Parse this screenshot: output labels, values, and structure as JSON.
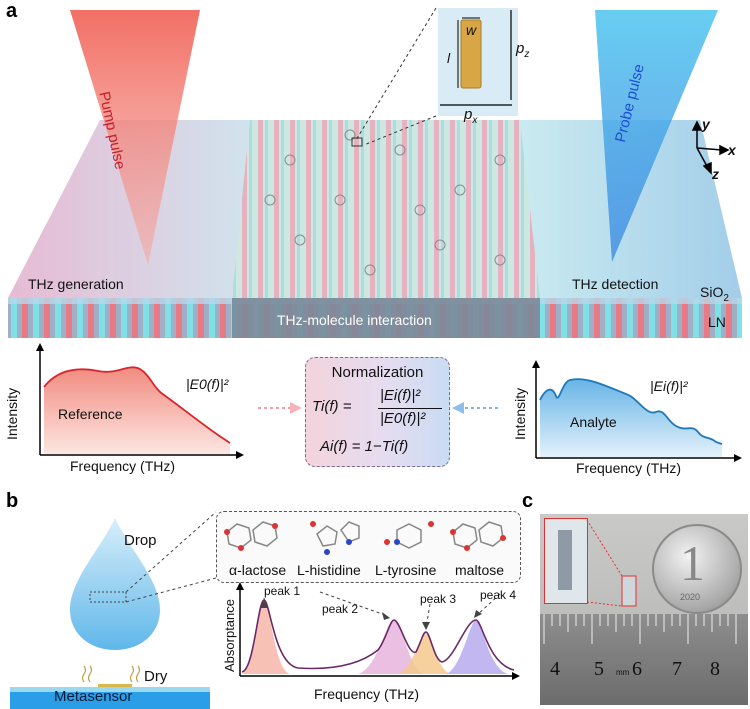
{
  "panels": {
    "a": "a",
    "b": "b",
    "c": "c"
  },
  "panel_a": {
    "pump_label": "Pump pulse",
    "probe_label": "Probe pulse",
    "inset": {
      "w": "w",
      "l": "l",
      "pz": "p",
      "pz_sub": "z",
      "px": "p",
      "px_sub": "x"
    },
    "axes": {
      "y": "y",
      "x": "x",
      "z": "z"
    },
    "thz_generation": "THz generation",
    "thz_detection": "THz detection",
    "interaction": "THz-molecule interaction",
    "sio2": "SiO",
    "sio2_sub": "2",
    "ln": "LN",
    "reference_plot": {
      "ylabel": "Intensity",
      "xlabel": "Frequency (THz)",
      "curve_label": "Reference",
      "formula": "|E0(f)|²"
    },
    "analyte_plot": {
      "ylabel": "Intensity",
      "xlabel": "Frequency (THz)",
      "curve_label": "Analyte",
      "formula": "|Ei(f)|²"
    },
    "normalization": {
      "title": "Normalization",
      "t_lhs": "Ti(f) =",
      "t_num": "|Ei(f)|²",
      "t_den": "|E0(f)|²",
      "a_eq": "Ai(f) = 1−Ti(f)"
    }
  },
  "panel_b": {
    "drop": "Drop",
    "dry": "Dry",
    "metasensor": "Metasensor",
    "molecules": [
      "α-lactose",
      "L-histidine",
      "L-tyrosine",
      "maltose"
    ],
    "peaks": [
      "peak 1",
      "peak 2",
      "peak 3",
      "peak 4"
    ],
    "ylabel": "Absorptance",
    "xlabel": "Frequency (THz)"
  },
  "panel_c": {
    "ruler_numbers": [
      "4",
      "5",
      "6",
      "7",
      "8"
    ],
    "ruler_unit": "mm",
    "coin_numeral": "1",
    "coin_year": "2020"
  },
  "colors": {
    "pump": "#ef6a5e",
    "probe": "#3aa6e8",
    "reference_curve": "#d9262c",
    "analyte_curve": "#1f78b8",
    "metasensor": "#2a9ee6"
  }
}
